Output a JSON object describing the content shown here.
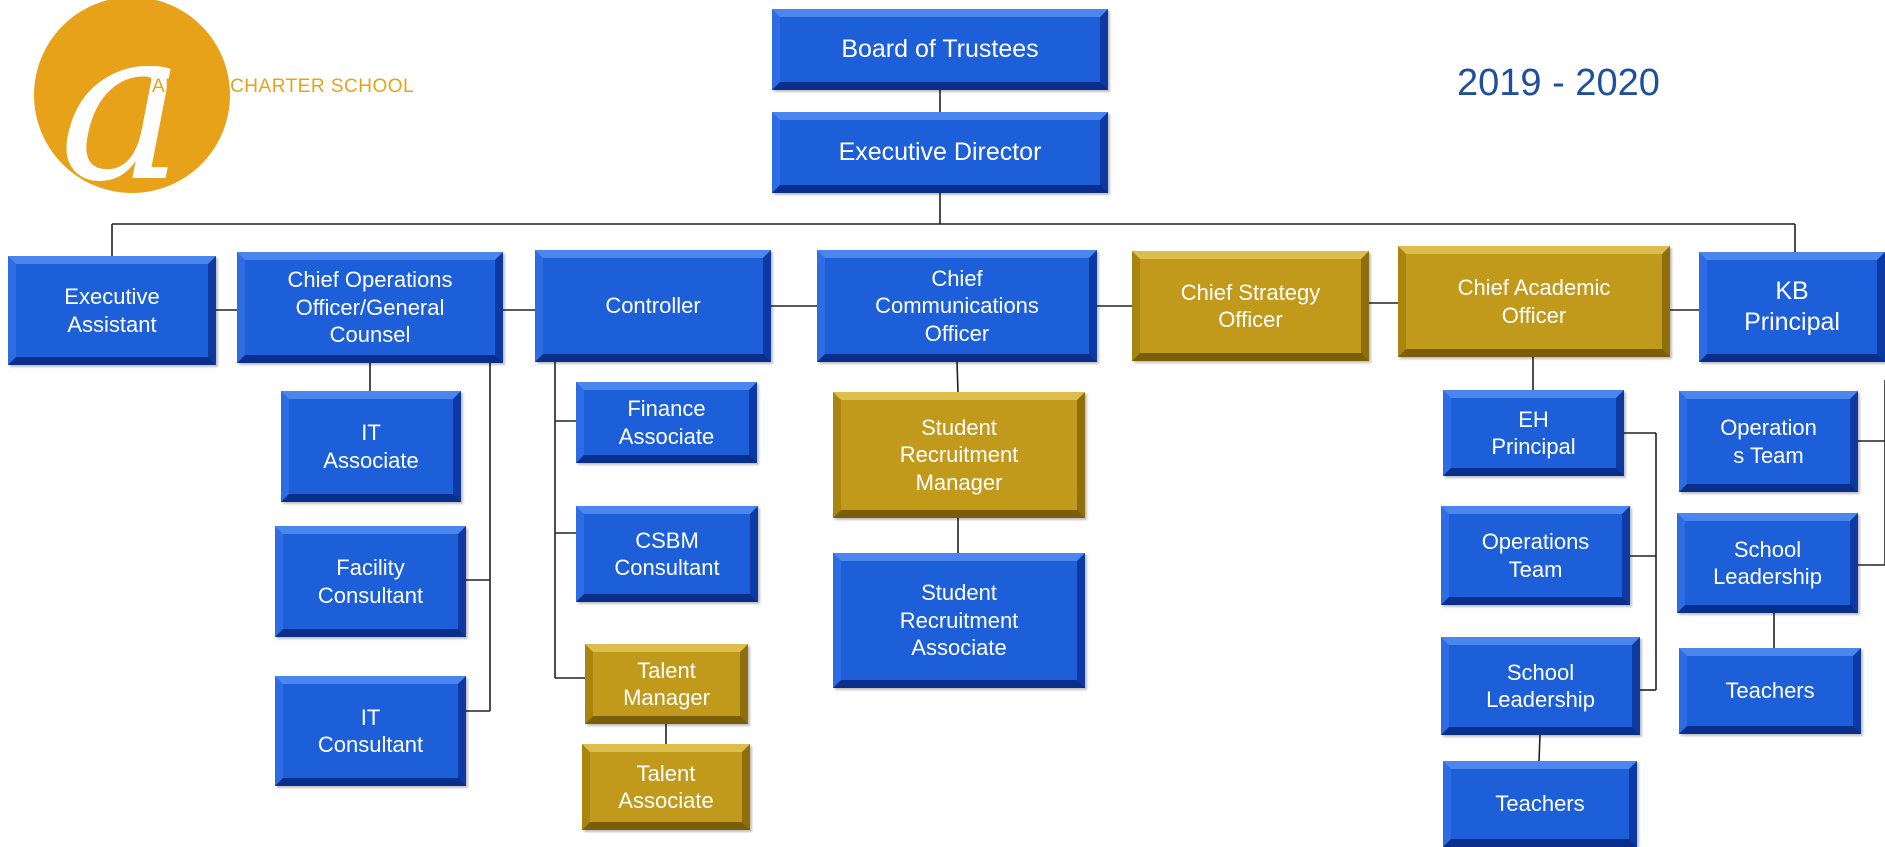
{
  "header": {
    "year": "2019 - 2020",
    "school_name_part1": "AMBER",
    "school_name_part2": "CHARTER SCHOOL",
    "logo_letter": "a"
  },
  "colors": {
    "blue": "#1c5fd9",
    "gold": "#c29a1b",
    "logo_gold": "#e8a21a",
    "year_text": "#1f4e9c",
    "connector": "#222222"
  },
  "nodes": {
    "board": "Board of Trustees",
    "exec_director": "Executive Director",
    "exec_assistant": "Executive\nAssistant",
    "coo": "Chief Operations\nOfficer/General\nCounsel",
    "controller": "Controller",
    "cco": "Chief\nCommunications\nOfficer",
    "cso": "Chief Strategy\nOfficer",
    "cao": "Chief Academic\nOfficer",
    "kb_principal": "KB\nPrincipal",
    "it_associate": "IT\nAssociate",
    "facility_consultant": "Facility\nConsultant",
    "it_consultant": "IT\nConsultant",
    "finance_associate": "Finance\nAssociate",
    "csbm_consultant": "CSBM\nConsultant",
    "talent_manager": "Talent\nManager",
    "talent_associate": "Talent\nAssociate",
    "student_recruitment_manager": "Student\nRecruitment\nManager",
    "student_recruitment_associate": "Student\nRecruitment\nAssociate",
    "eh_principal": "EH\nPrincipal",
    "eh_operations_team": "Operations\nTeam",
    "eh_school_leadership": "School\nLeadership",
    "eh_teachers": "Teachers",
    "kb_operations_team": "Operation\ns Team",
    "kb_school_leadership": "School\nLeadership",
    "kb_teachers": "Teachers"
  }
}
